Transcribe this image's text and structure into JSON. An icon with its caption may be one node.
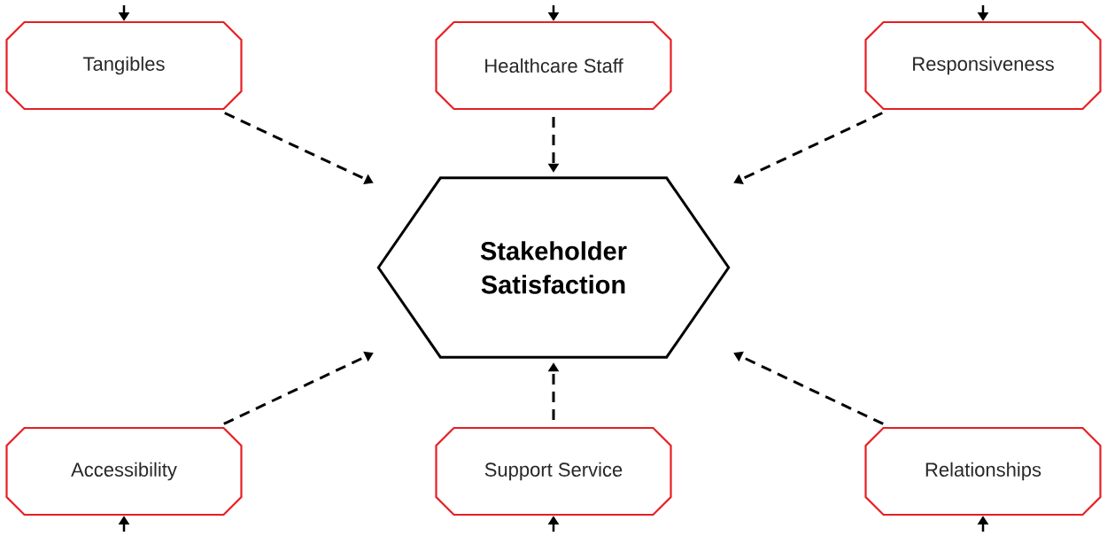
{
  "diagram": {
    "nodes": [
      {
        "text": [
          "Tangibles"
        ]
      },
      {
        "text": [
          "Healthcare Staff"
        ]
      },
      {
        "text": [
          "Responsiveness"
        ]
      },
      {
        "text": [
          "Stakeholder Satisfaction"
        ]
      },
      {
        "text": [
          "Accessibility"
        ]
      },
      {
        "text": [
          "Support Service"
        ]
      },
      {
        "text": [
          "Relationships"
        ]
      }
    ],
    "edges": [
      {
        "from": null,
        "to": 0,
        "arrow": "to"
      },
      {
        "from": null,
        "to": 1,
        "arrow": "to"
      },
      {
        "from": null,
        "to": 2,
        "arrow": "to"
      },
      {
        "from": 0,
        "to": 3,
        "arrow": "to",
        "style": "dashed"
      },
      {
        "from": 1,
        "to": 3,
        "arrow": "to",
        "style": "dashed"
      },
      {
        "from": 2,
        "to": 3,
        "arrow": "to",
        "style": "dashed"
      },
      {
        "from": 4,
        "to": 3,
        "arrow": "to",
        "style": "dashed"
      },
      {
        "from": 5,
        "to": 3,
        "arrow": "to",
        "style": "dashed"
      },
      {
        "from": 6,
        "to": 3,
        "arrow": "to",
        "style": "dashed"
      },
      {
        "from": null,
        "to": 4,
        "arrow": "to"
      },
      {
        "from": null,
        "to": 5,
        "arrow": "to"
      },
      {
        "from": null,
        "to": 6,
        "arrow": "to"
      }
    ]
  }
}
